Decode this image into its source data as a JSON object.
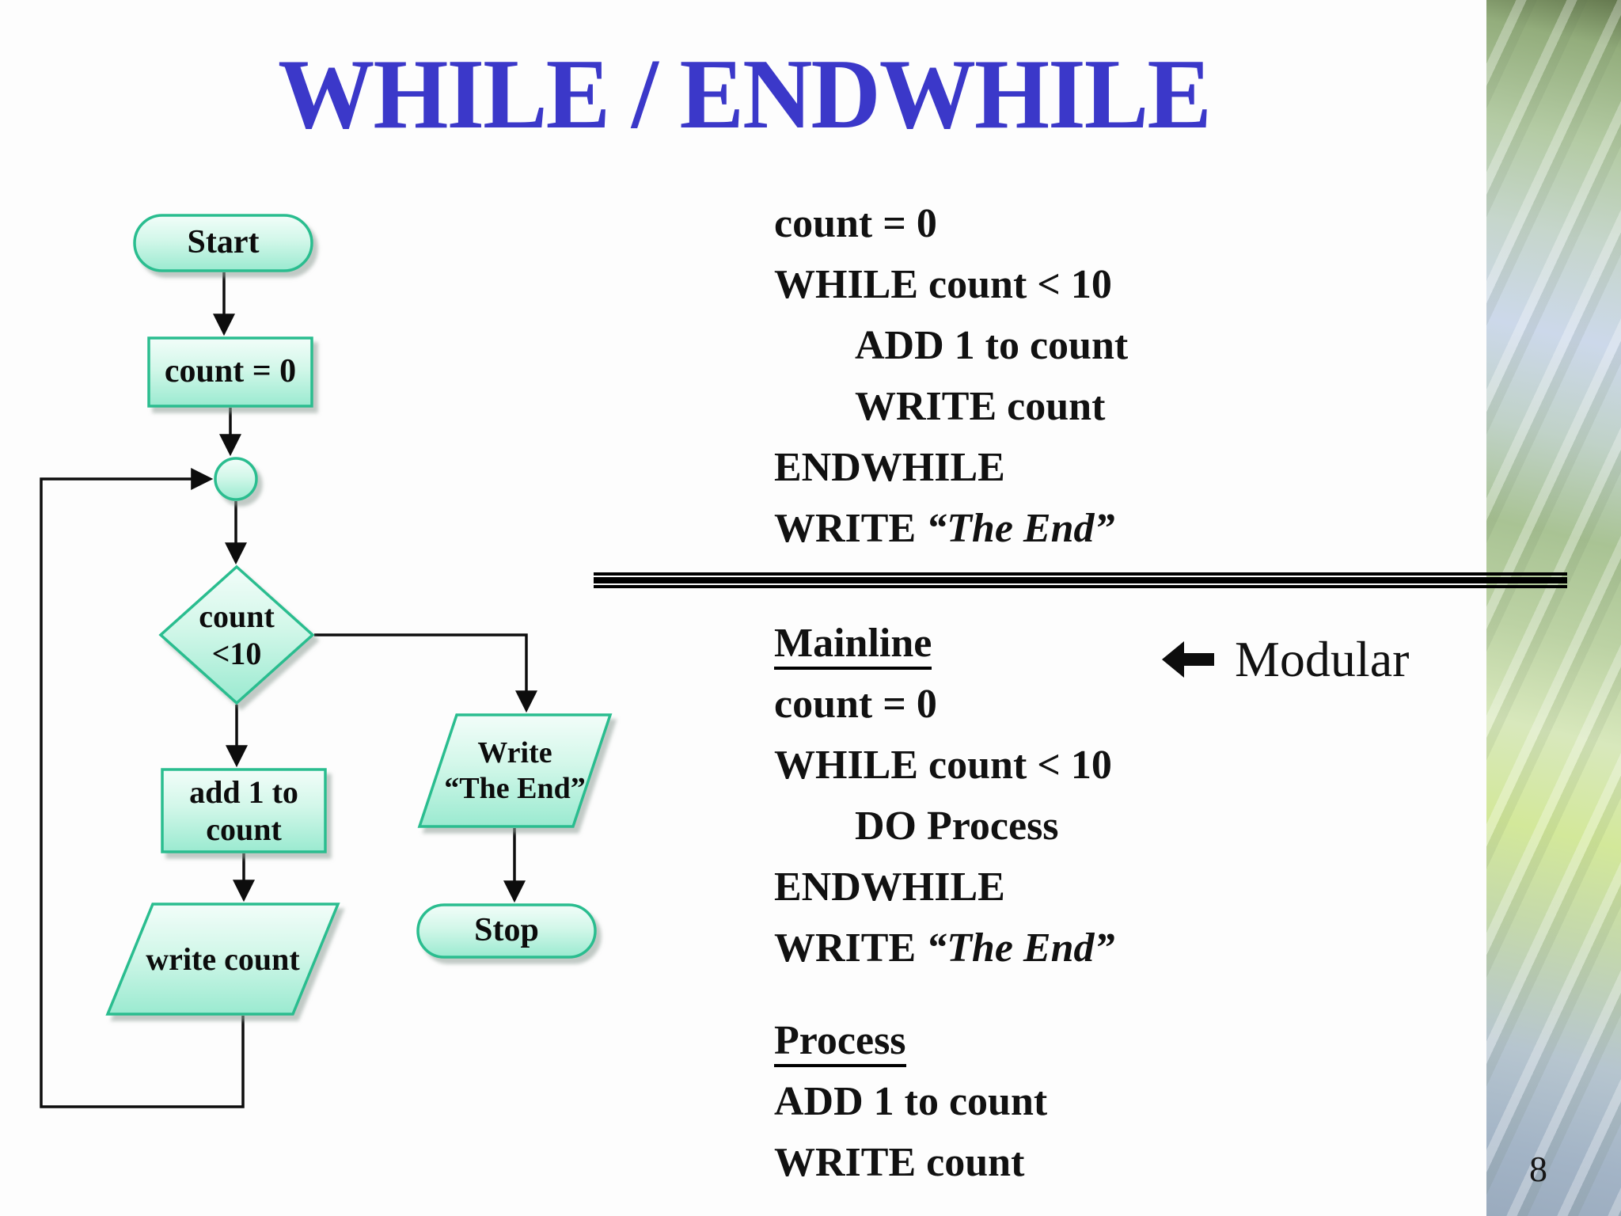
{
  "slide": {
    "title": "WHILE / ENDWHILE",
    "page_number": "8",
    "colors": {
      "title_blue": "#3b38c9",
      "shape_border_green": "#29bd8f",
      "shape_fill_light": "#f2fdf9",
      "shape_fill_dark": "#9aead0",
      "connector_black": "#0d0d0d",
      "stripe_green": "#a9c394",
      "stripe_blue": "#ccd8ea",
      "stripe_lime": "#d3e89a"
    }
  },
  "flowchart": {
    "start_label": "Start",
    "init_label": "count = 0",
    "decision_line1": "count",
    "decision_line2": "<10",
    "add_line1": "add 1 to",
    "add_line2": "count",
    "write_count_label": "write count",
    "write_end_line1": "Write",
    "write_end_line2": "“The End”",
    "stop_label": "Stop"
  },
  "block1": {
    "lines": [
      {
        "text": "count = 0"
      },
      {
        "text": "WHILE count < 10"
      },
      {
        "text": "ADD 1 to count"
      },
      {
        "text": "WRITE count"
      },
      {
        "text": "ENDWHILE"
      },
      {
        "text": "WRITE ",
        "italic": "“The End”"
      }
    ]
  },
  "block2": {
    "heading": "Mainline",
    "lines": [
      {
        "text": "count = 0"
      },
      {
        "text": "WHILE count < 10"
      },
      {
        "text": "DO Process"
      },
      {
        "text": "ENDWHILE"
      },
      {
        "text": "WRITE ",
        "italic": "“The End”"
      }
    ]
  },
  "block3": {
    "heading": "Process",
    "lines": [
      {
        "text": "ADD 1 to count"
      },
      {
        "text": "WRITE count"
      }
    ]
  },
  "modular": {
    "label": "Modular"
  }
}
